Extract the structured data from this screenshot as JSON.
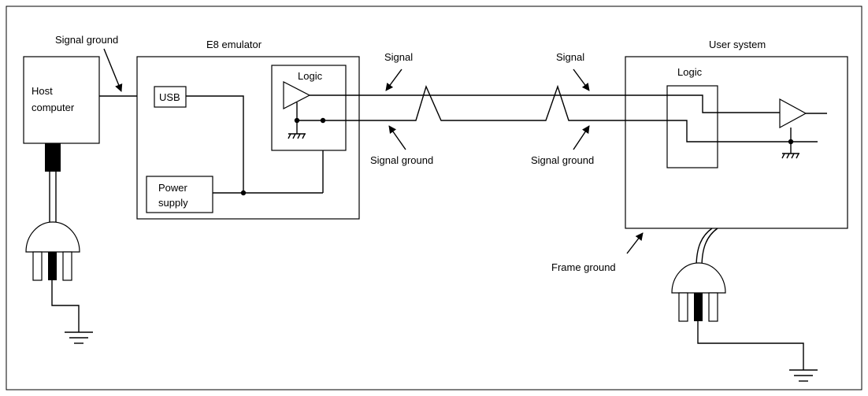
{
  "host": {
    "label_line1": "Host",
    "label_line2": "computer",
    "signal_ground_label": "Signal ground"
  },
  "emulator": {
    "title": "E8 emulator",
    "usb_label": "USB",
    "power_line1": "Power",
    "power_line2": "supply",
    "logic_label": "Logic"
  },
  "cable": {
    "signal_label_1": "Signal",
    "signal_label_2": "Signal",
    "signal_ground_label_1": "Signal ground",
    "signal_ground_label_2": "Signal ground"
  },
  "user_system": {
    "title": "User system",
    "logic_label": "Logic",
    "frame_ground_label": "Frame ground"
  },
  "colors": {
    "line": "#000000",
    "background": "#ffffff"
  }
}
